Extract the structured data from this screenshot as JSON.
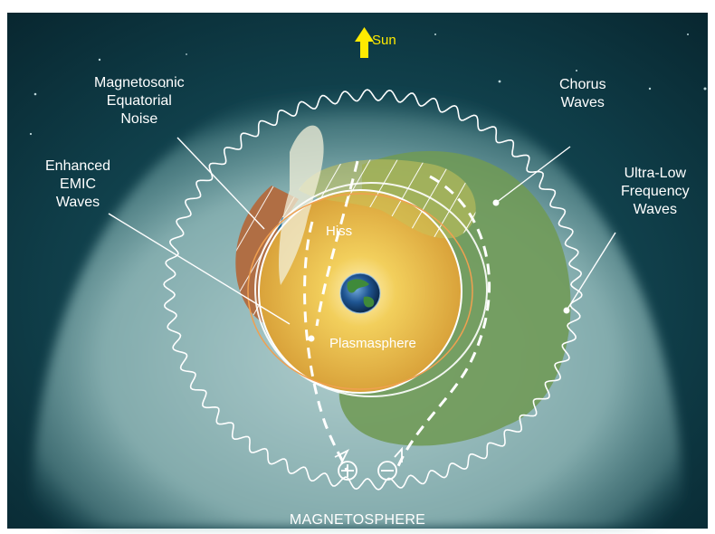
{
  "sun": {
    "label": "Sun",
    "arrow_color": "#ffea00"
  },
  "labels": {
    "magnetosonic": [
      "Magnetosonic",
      "Equatorial",
      "Noise"
    ],
    "emic": [
      "Enhanced",
      "EMIC",
      "Waves"
    ],
    "chorus": [
      "Chorus",
      "Waves"
    ],
    "ulf": [
      "Ultra-Low",
      "Frequency",
      "Waves"
    ],
    "hiss": "Hiss",
    "plasmasphere": "Plasmasphere",
    "magnetosphere": "MAGNETOSPHERE"
  },
  "particles": {
    "positive": "+",
    "negative": "−"
  },
  "colors": {
    "background": "#0e3a44",
    "magnetosphere_glow": "#cfe5e4",
    "chorus_region": "#6f9a55",
    "emic_region": "#b06e44",
    "plasmasphere": "#e8c04a",
    "emic_blue": "#1f6f9a",
    "earth_ocean": "#1d4c8a",
    "earth_land": "#3f8a3a",
    "lines": "#ffffff"
  }
}
